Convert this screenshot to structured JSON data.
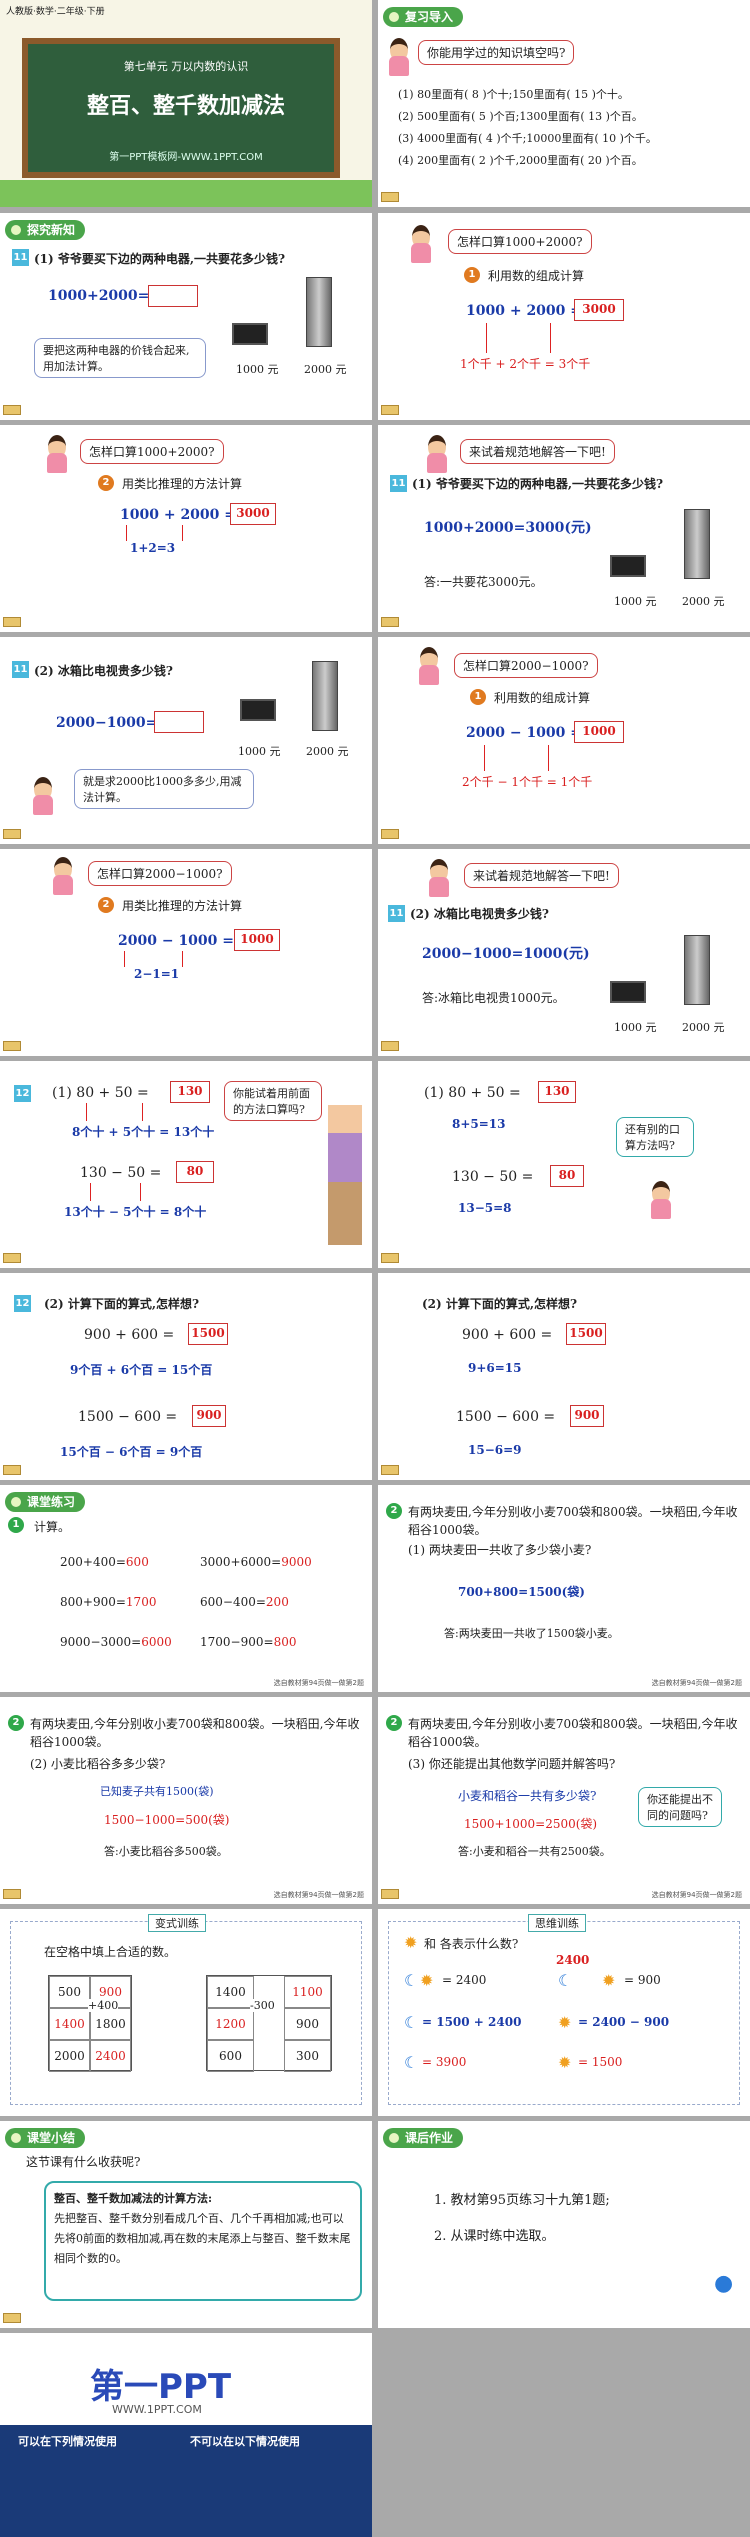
{
  "cover": {
    "tag": "人教版·数学·二年级·下册",
    "unit": "第七单元 万以内数的认识",
    "title": "整百、整千数加减法",
    "site": "第一PPT模板网-WWW.1PPT.COM"
  },
  "review": {
    "title": "复习导入",
    "q": "你能用学过的知识填空吗?",
    "lines": [
      "(1) 80里面有( 8 )个十;150里面有( 15 )个十。",
      "(2) 500里面有( 5 )个百;1300里面有( 13 )个百。",
      "(3) 4000里面有( 4 )个千;10000里面有( 10 )个千。",
      "(4) 200里面有( 2 )个千,2000里面有( 20 )个百。"
    ]
  },
  "explore": {
    "title": "探究新知",
    "n": "11",
    "q1": "(1) 爷爷要买下边的两种电器,一共要花多少钱?",
    "eq": "1000+2000=",
    "tip": "要把这两种电器的价钱合起来,用加法计算。",
    "p1": "1000 元",
    "p2": "2000 元"
  },
  "s4": {
    "q": "怎样口算1000+2000?",
    "m1": "利用数的组成计算",
    "eq": "1000 + 2000 =",
    "ans": "3000",
    "bot": "1个千 + 2个千 = 3个千"
  },
  "s5": {
    "q": "怎样口算1000+2000?",
    "m2": "用类比推理的方法计算",
    "eq": "1000 + 2000 =",
    "ans": "3000",
    "bot": "1+2=3"
  },
  "s6": {
    "q": "来试着规范地解答一下吧!",
    "q1": "(1) 爷爷要买下边的两种电器,一共要花多少钱?",
    "eq": "1000+2000=3000(元)",
    "ans": "答:一共要花3000元。",
    "p1": "1000 元",
    "p2": "2000 元"
  },
  "s7": {
    "q2": "(2) 冰箱比电视贵多少钱?",
    "eq": "2000−1000=",
    "tip": "就是求2000比1000多多少,用减法计算。",
    "p1": "1000 元",
    "p2": "2000 元"
  },
  "s8": {
    "q": "怎样口算2000−1000?",
    "m1": "利用数的组成计算",
    "eq": "2000 − 1000 =",
    "ans": "1000",
    "bot": "2个千 − 1个千 = 1个千"
  },
  "s9": {
    "q": "怎样口算2000−1000?",
    "m2": "用类比推理的方法计算",
    "eq": "2000 − 1000 =",
    "ans": "1000",
    "bot": "2−1=1"
  },
  "s10": {
    "q": "来试着规范地解答一下吧!",
    "q2": "(2) 冰箱比电视贵多少钱?",
    "eq": "2000−1000=1000(元)",
    "ans": "答:冰箱比电视贵1000元。",
    "p1": "1000 元",
    "p2": "2000 元"
  },
  "s11": {
    "n": "12",
    "e1": "(1) 80 + 50 =",
    "a1": "130",
    "b1": "8个十 + 5个十 = 13个十",
    "e2": "130 − 50 =",
    "a2": "80",
    "b2": "13个十 − 5个十 = 8个十",
    "tip": "你能试着用前面的方法口算吗?"
  },
  "s12": {
    "e1": "(1) 80 + 50 =",
    "a1": "130",
    "b1": "8+5=13",
    "e2": "130 − 50 =",
    "a2": "80",
    "b2": "13−5=8",
    "tip": "还有别的口算方法吗?"
  },
  "s13": {
    "n": "12",
    "q": "(2) 计算下面的算式,怎样想?",
    "e1": "900 + 600 =",
    "a1": "1500",
    "b1": "9个百 + 6个百 = 15个百",
    "e2": "1500 − 600 =",
    "a2": "900",
    "b2": "15个百 − 6个百 = 9个百"
  },
  "s14": {
    "q": "(2) 计算下面的算式,怎样想?",
    "e1": "900 + 600 =",
    "a1": "1500",
    "b1": "9+6=15",
    "e2": "1500 − 600 =",
    "a2": "900",
    "b2": "15−6=9"
  },
  "s15": {
    "title": "课堂练习",
    "q": "计算。",
    "items": [
      [
        "200+400=",
        "600"
      ],
      [
        "3000+6000=",
        "9000"
      ],
      [
        "800+900=",
        "1700"
      ],
      [
        "600−400=",
        "200"
      ],
      [
        "9000−3000=",
        "6000"
      ],
      [
        "1700−900=",
        "800"
      ]
    ],
    "foot": "选自教材第94页做一做第2题"
  },
  "s16": {
    "q": "有两块麦田,今年分别收小麦700袋和800袋。一块稻田,今年收稻谷1000袋。",
    "q1": "(1) 两块麦田一共收了多少袋小麦?",
    "eq": "700+800=1500(袋)",
    "ans": "答:两块麦田一共收了1500袋小麦。",
    "foot": "选自教材第94页做一做第2题"
  },
  "s17": {
    "q": "有两块麦田,今年分别收小麦700袋和800袋。一块稻田,今年收稻谷1000袋。",
    "q2": "(2) 小麦比稻谷多多少袋?",
    "k": "已知麦子共有1500(袋)",
    "eq": "1500−1000=500(袋)",
    "ans": "答:小麦比稻谷多500袋。",
    "foot": "选自教材第94页做一做第2题"
  },
  "s18": {
    "q": "有两块麦田,今年分别收小麦700袋和800袋。一块稻田,今年收稻谷1000袋。",
    "q3": "(3) 你还能提出其他数学问题并解答吗?",
    "p": "小麦和稻谷一共有多少袋?",
    "eq": "1500+1000=2500(袋)",
    "ans": "答:小麦和稻谷一共有2500袋。",
    "tip": "你还能提出不同的问题吗?",
    "foot": "选自教材第94页做一做第2题"
  },
  "s19": {
    "title": "变式训练",
    "q": "在空格中填上合适的数。",
    "t1": [
      "500",
      "900",
      "1400",
      "1800",
      "2000",
      "2400"
    ],
    "op1": "+400",
    "t2": [
      "1400",
      "1100",
      "1200",
      "900",
      "600",
      "300"
    ],
    "op2": "-300"
  },
  "s20": {
    "title": "思维训练",
    "q": "和 各表示什么数?",
    "v": "2400",
    "e1": "= 2400",
    "e2": "= 900",
    "e3": "= 1500 + 2400",
    "e4": "= 2400 − 900",
    "e5": "= 3900",
    "e6": "= 1500"
  },
  "s21": {
    "title": "课堂小结",
    "q": "这节课有什么收获呢?",
    "h": "整百、整千数加减法的计算方法:",
    "body": "先把整百、整千数分别看成几个百、几个千再相加减;也可以先将0前面的数相加减,再在数的末尾添上与整百、整千数末尾相同个数的0。"
  },
  "s22": {
    "title": "课后作业",
    "l1": "1. 教材第95页练习十九第1题;",
    "l2": "2. 从课时练中选取。"
  },
  "s23": {
    "logo": "第一PPT",
    "url": "WWW.1PPT.COM",
    "c1": "可以在下列情况使用",
    "c2": "不可以在以下情况使用"
  }
}
